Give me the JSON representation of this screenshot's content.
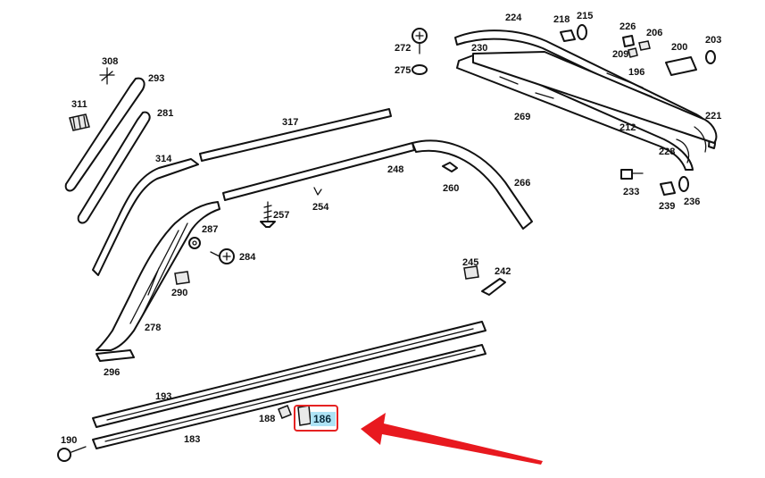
{
  "highlight": {
    "part_number": "186",
    "accent_color": "#e8191f",
    "label_bg_color": "#aee3f5"
  },
  "parts": {
    "p308": "308",
    "p293": "293",
    "p311": "311",
    "p281": "281",
    "p317": "317",
    "p314": "314",
    "p248": "248",
    "p260": "260",
    "p266": "266",
    "p254": "254",
    "p257": "257",
    "p287": "287",
    "p284": "284",
    "p290": "290",
    "p278": "278",
    "p296": "296",
    "p245": "245",
    "p242": "242",
    "p193": "193",
    "p188": "188",
    "p183": "183",
    "p190": "190",
    "p272": "272",
    "p275": "275",
    "p224": "224",
    "p218": "218",
    "p215": "215",
    "p226": "226",
    "p206": "206",
    "p209": "209",
    "p200": "200",
    "p203": "203",
    "p230": "230",
    "p196": "196",
    "p269": "269",
    "p212": "212",
    "p221": "221",
    "p228": "228",
    "p233": "233",
    "p239": "239",
    "p236": "236"
  }
}
